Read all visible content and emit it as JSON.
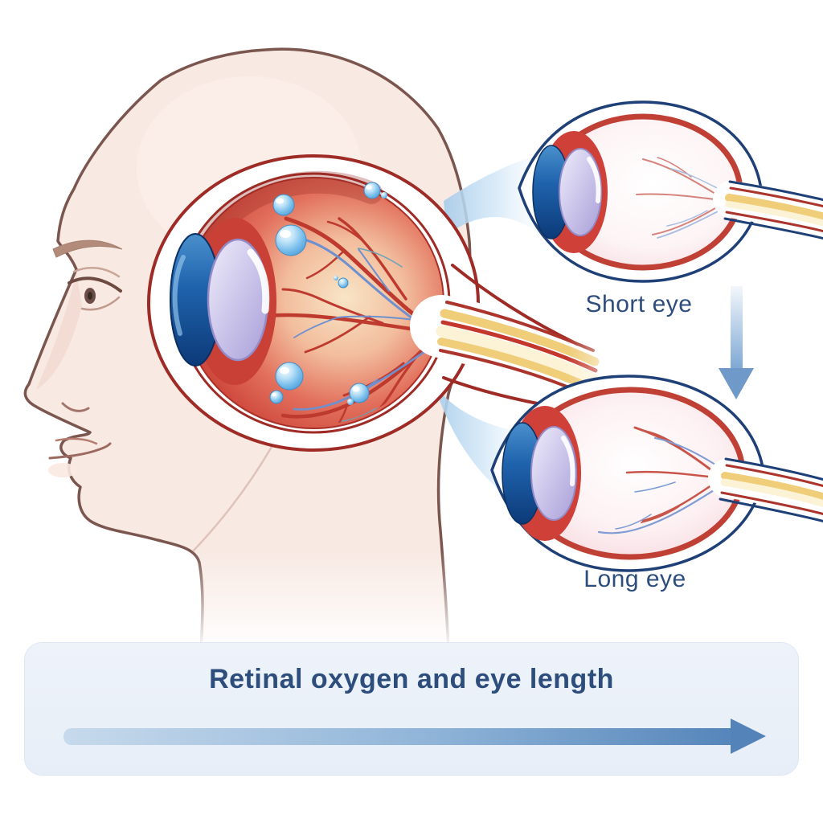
{
  "figure": {
    "type": "medical-illustration",
    "labels": {
      "short_eye": "Short eye",
      "long_eye": "Long eye"
    },
    "banner": {
      "title": "Retinal oxygen and eye length"
    },
    "colors": {
      "label_text": "#2d4d7c",
      "banner_background": "#e9eff8",
      "length_arrow_start": "#c7daec",
      "length_arrow_end": "#5383b8",
      "down_arrow": "#7ba6d2",
      "sclera_outline_red": "#9e2b25",
      "small_eye_outline_navy": "#1e4077",
      "choroid_red": "#c04036",
      "vessel_artery_red": "#bf3a2e",
      "vessel_vein_blue": "#6f90cf",
      "oxygen_bubble_blue": "#7cc0ec",
      "cornea_blue": "#1f63ad",
      "lens_lavender": "#cfc9ec",
      "optic_nerve_yellow": "#efcd79",
      "optic_nerve_cream": "#fcf3d6",
      "skin": "#f8e9e3",
      "skin_outline": "#7b564f"
    },
    "parts": [
      "human-head-profile",
      "main-eye-cross-section",
      "oxygen-bubbles",
      "retinal-blood-vessels",
      "optic-nerve",
      "cornea",
      "lens",
      "short-eye-diagram",
      "long-eye-diagram",
      "down-arrow",
      "eye-length-axis-arrow"
    ]
  }
}
